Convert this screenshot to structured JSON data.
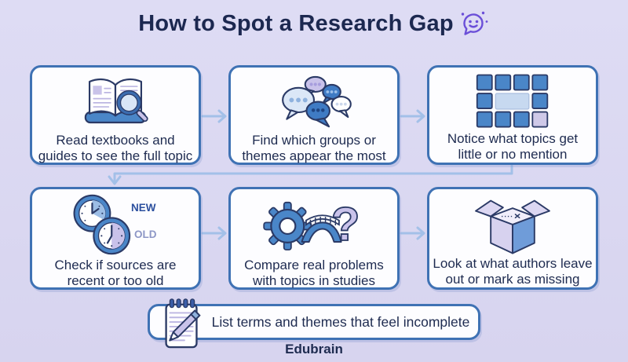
{
  "title": {
    "text": "How to Spot a Research Gap",
    "icon": "chat-bot-icon"
  },
  "steps": [
    {
      "icon": "open-book-magnifier-icon",
      "label": "Read textbooks and\nguides to see the full topic"
    },
    {
      "icon": "speech-bubbles-icon",
      "label": "Find which groups or\nthemes appear the most"
    },
    {
      "icon": "topic-grid-missing-icon",
      "label": "Notice what topics get\nlittle or no mention"
    },
    {
      "icon": "new-old-clocks-icon",
      "label": "Check if sources are\nrecent or too old",
      "clock_labels": {
        "new": "NEW",
        "old": "OLD"
      }
    },
    {
      "icon": "gear-bridge-question-icon",
      "label": "Compare real problems\nwith topics in studies"
    },
    {
      "icon": "open-empty-box-icon",
      "label": "Look at what authors leave\nout or mark as missing"
    }
  ],
  "banner": {
    "icon": "notepad-pencil-icon",
    "label": "List terms and themes that feel incomplete"
  },
  "brand": "Edubrain",
  "colors": {
    "background": "#d9d6f0",
    "card_background": "#fdfdff",
    "card_border": "#3f72b4",
    "text": "#1e2b50",
    "arrow": "#a3c0e8",
    "accent_blue": "#4a86c8",
    "light_blue": "#d9e6f7",
    "lavender": "#c9c2ea",
    "title_icon_purple": "#6b4fd8",
    "new_label": "#2b4f9e",
    "old_label": "#8d97c6"
  }
}
